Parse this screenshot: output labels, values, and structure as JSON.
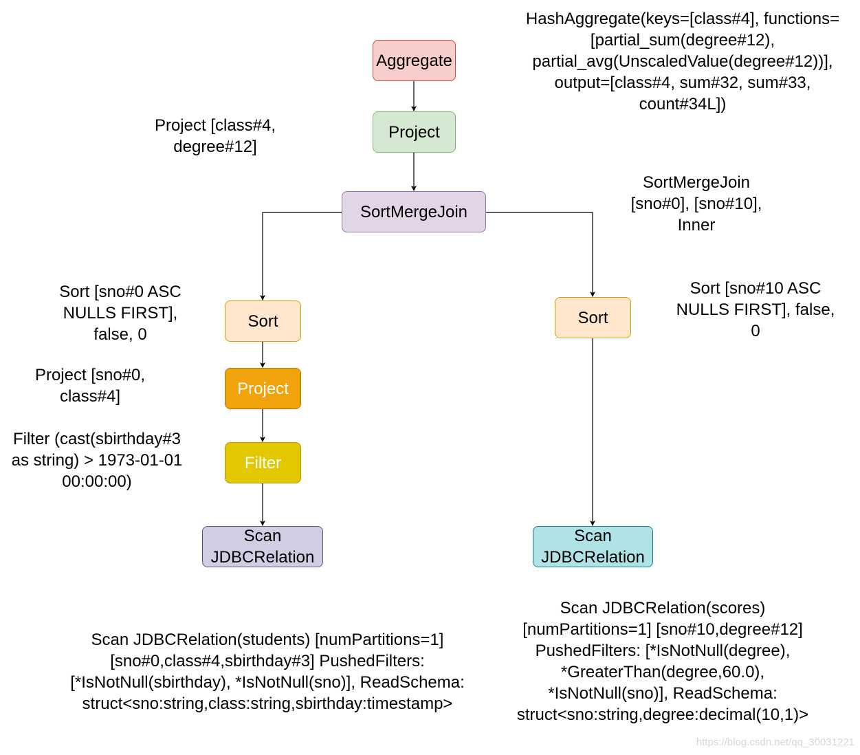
{
  "diagram": {
    "nodes": {
      "aggregate": {
        "label": "Aggregate",
        "fill": "#f8cecc",
        "stroke": "#b85450",
        "text": "#000000"
      },
      "project_top": {
        "label": "Project",
        "fill": "#d5e8d4",
        "stroke": "#82b366",
        "text": "#000000"
      },
      "sort_merge_join": {
        "label": "SortMergeJoin",
        "fill": "#e1d5e7",
        "stroke": "#9673a6",
        "text": "#000000"
      },
      "sort_left": {
        "label": "Sort",
        "fill": "#ffe6cc",
        "stroke": "#d79b00",
        "text": "#000000"
      },
      "sort_right": {
        "label": "Sort",
        "fill": "#ffe6cc",
        "stroke": "#d79b00",
        "text": "#000000"
      },
      "project_left": {
        "label": "Project",
        "fill": "#f0a30a",
        "stroke": "#bd7000",
        "text": "#ffffff"
      },
      "filter_left": {
        "label": "Filter",
        "fill": "#e3c800",
        "stroke": "#b09500",
        "text": "#ffffff"
      },
      "scan_left": {
        "label": [
          "Scan",
          "JDBCRelation"
        ],
        "fill": "#d0cee2",
        "stroke": "#56517e",
        "text": "#000000"
      },
      "scan_right": {
        "label": [
          "Scan",
          "JDBCRelation"
        ],
        "fill": "#b0e3e6",
        "stroke": "#0e8088",
        "text": "#000000"
      }
    },
    "notes": {
      "hash_aggregate": [
        "HashAggregate(keys=[class#4], functions=",
        "[partial_sum(degree#12),",
        "partial_avg(UnscaledValue(degree#12))],",
        "output=[class#4, sum#32, sum#33,",
        "count#34L])"
      ],
      "project_top": [
        "Project [class#4,",
        "degree#12]"
      ],
      "sort_merge_join": [
        "SortMergeJoin",
        "[sno#0], [sno#10],",
        "Inner"
      ],
      "sort_left": [
        "Sort [sno#0 ASC",
        "NULLS FIRST],",
        "false, 0"
      ],
      "sort_right": [
        "Sort [sno#10 ASC",
        "NULLS FIRST], false,",
        "0"
      ],
      "project_left": [
        "Project [sno#0,",
        "class#4]"
      ],
      "filter_left": [
        "Filter (cast(sbirthday#3",
        "as string) > 1973-01-01",
        "00:00:00)"
      ],
      "scan_left": [
        "Scan JDBCRelation(students) [numPartitions=1]",
        "[sno#0,class#4,sbirthday#3] PushedFilters:",
        "[*IsNotNull(sbirthday), *IsNotNull(sno)], ReadSchema:",
        "struct<sno:string,class:string,sbirthday:timestamp>"
      ],
      "scan_right": [
        "Scan JDBCRelation(scores)",
        "[numPartitions=1] [sno#10,degree#12]",
        "PushedFilters: [*IsNotNull(degree),",
        "*GreaterThan(degree,60.0),",
        "*IsNotNull(sno)], ReadSchema:",
        "struct<sno:string,degree:decimal(10,1)>"
      ]
    },
    "edge_color": "#000000"
  },
  "watermark": "https://blog.csdn.net/qq_30031221"
}
